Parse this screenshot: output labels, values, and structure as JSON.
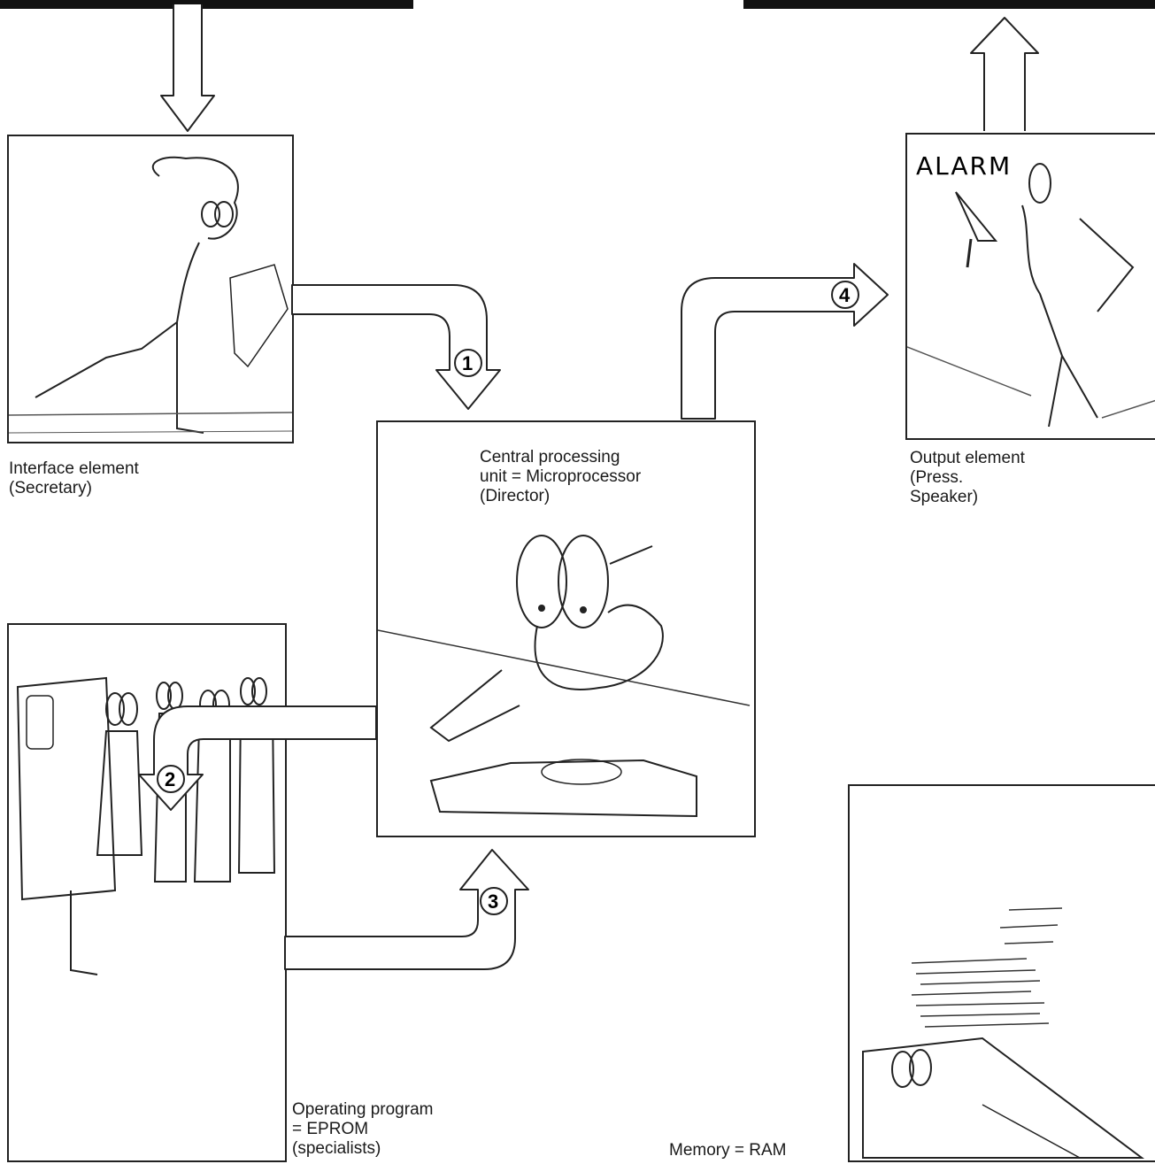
{
  "labels": {
    "interface": "Interface element\n(Secretary)",
    "cpu": "Central processing\nunit = Microprocessor\n(Director)",
    "output": "Output element\n(Press.\nSpeaker)",
    "program": "Operating program\n= EPROM\n(specialists)",
    "memory": "Memory = RAM"
  },
  "steps": [
    "1",
    "2",
    "3",
    "4"
  ],
  "alarm_text": "ALARM",
  "icons": {
    "secretary": "secretary-figure",
    "director": "director-on-phone-figure",
    "speaker": "speaker-with-bell-figure",
    "specialists": "specialists-group-figure",
    "memory": "memory-paper-stack-figure"
  },
  "colors": {
    "ink": "#1a1a1a",
    "paper": "#ffffff"
  }
}
